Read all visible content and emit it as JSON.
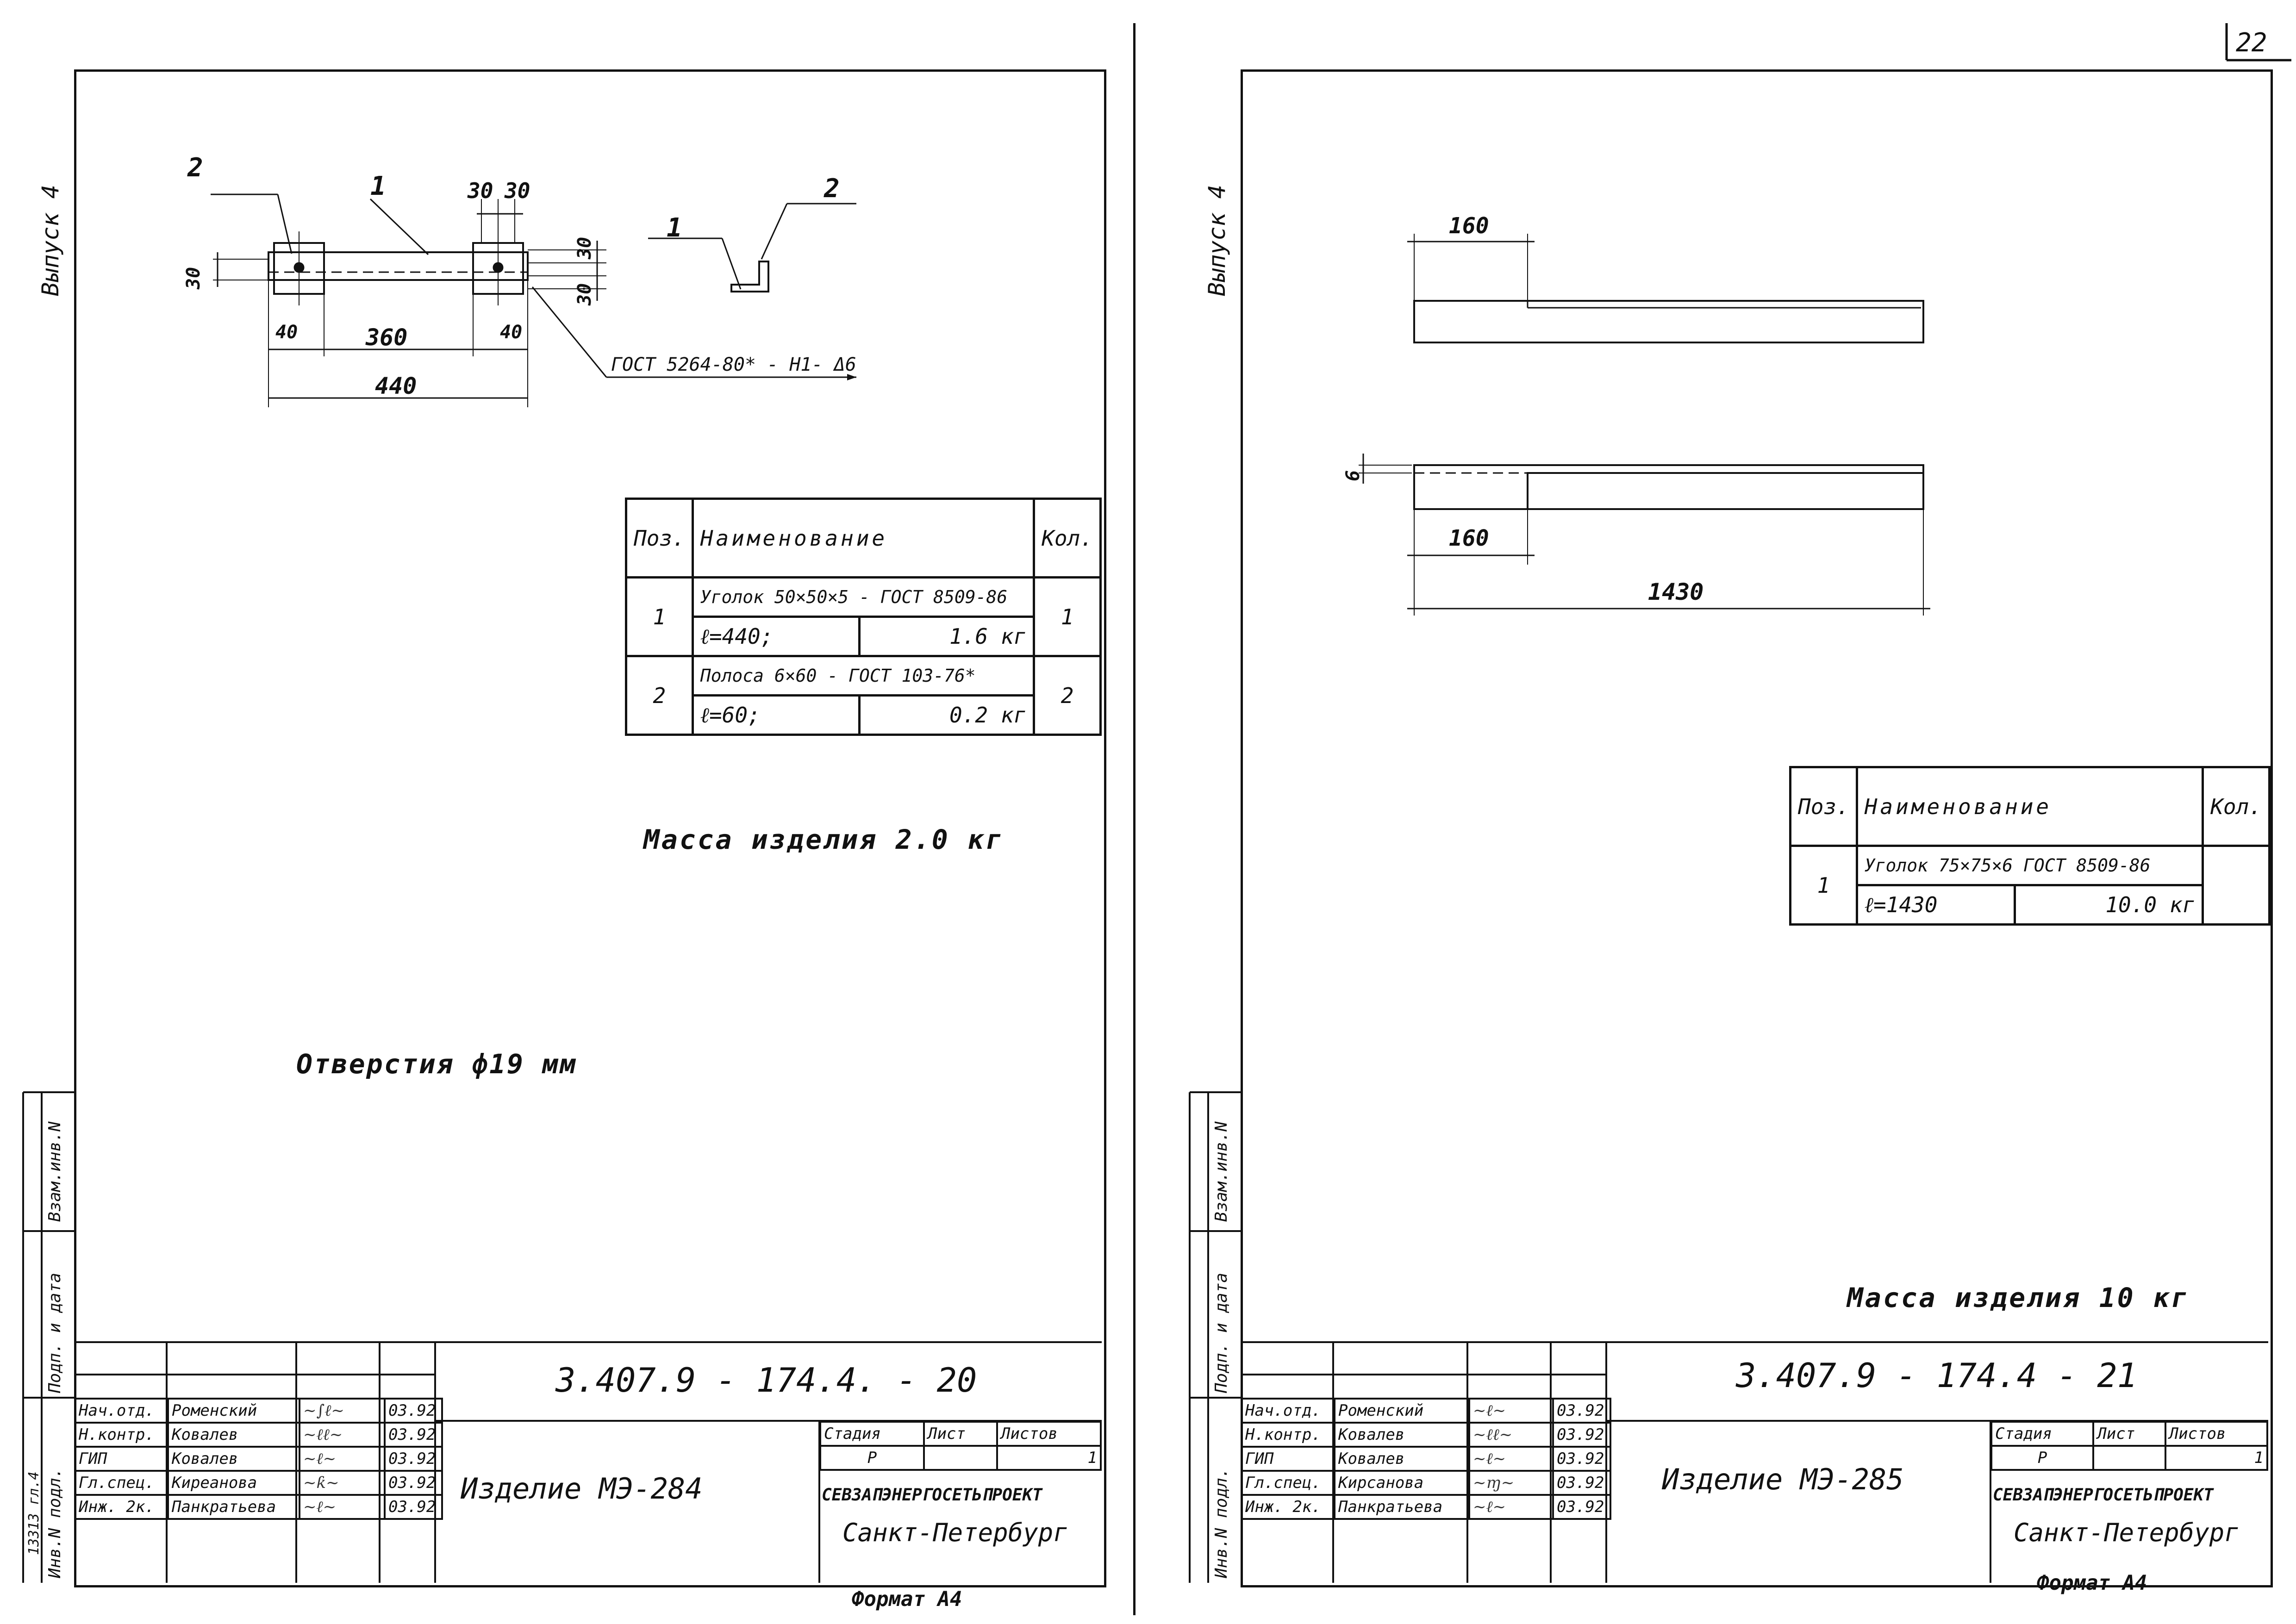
{
  "page_number": "22",
  "left": {
    "series_label": "Выпуск 4",
    "pos_label_1": "1",
    "pos_label_2": "2",
    "pos_label_1b": "1",
    "pos_label_2b": "2",
    "dim_30a": "30",
    "dim_30b": "30",
    "dim_30_v1": "30",
    "dim_30_v2": "30",
    "dim_30_left": "30",
    "dim_40a": "40",
    "dim_360": "360",
    "dim_40b": "40",
    "dim_440": "440",
    "gost_note": "ГОСТ 5264-80* - Н1- Δ6",
    "spec": {
      "h_pos": "Поз.",
      "h_name": "Наименование",
      "h_qty": "Кол.",
      "rows": [
        {
          "pos": "1",
          "name": "Уголок 50×50×5 - ГОСТ 8509-86",
          "len": "ℓ=440;",
          "mass": "1.6 кг",
          "qty": "1"
        },
        {
          "pos": "2",
          "name": "Полоса 6×60 - ГОСТ 103-76*",
          "len": "ℓ=60;",
          "mass": "0.2 кг",
          "qty": "2"
        }
      ]
    },
    "mass_note": "Масса изделия 2.0 кг",
    "holes_note": "Отверстия ф19 мм",
    "side_stamp": [
      "Инв.N подл.",
      "Подп. и дата",
      "Взам.инв.N"
    ],
    "side_inv": "13313 гл.4",
    "title_block": {
      "doc_code": "3.407.9 - 174.4. - 20",
      "item_name": "Изделие МЭ-284",
      "stage_h": "Стадия",
      "sheet_h": "Лист",
      "sheets_h": "Листов",
      "stage": "Р",
      "sheet": "",
      "sheets": "1",
      "org": "СЕВЗАПЭНЕРГОСЕТЬПРОЕКТ",
      "city": "Санкт-Петербург",
      "people": [
        {
          "role": "Нач.отд.",
          "name": "Роменский",
          "date": "03.92"
        },
        {
          "role": "Н.контр.",
          "name": "Ковалев",
          "date": "03.92"
        },
        {
          "role": "ГИП",
          "name": "Ковалев",
          "date": "03.92"
        },
        {
          "role": "Гл.спец.",
          "name": "Киреанова",
          "date": "03.92"
        },
        {
          "role": "Инж. 2к.",
          "name": "Панкратьева",
          "date": "03.92"
        }
      ]
    },
    "format": "Формат А4"
  },
  "right": {
    "series_label": "Выпуск 4",
    "dim_160_top": "160",
    "dim_6": "6",
    "dim_160_bot": "160",
    "dim_1430": "1430",
    "spec": {
      "h_pos": "Поз.",
      "h_name": "Наименование",
      "h_qty": "Кол.",
      "rows": [
        {
          "pos": "1",
          "name": "Уголок 75×75×6 ГОСТ 8509-86",
          "len": "ℓ=1430",
          "mass": "10.0 кг",
          "qty": ""
        }
      ]
    },
    "mass_note": "Масса изделия 10 кг",
    "side_stamp": [
      "Инв.N подл.",
      "Подп. и дата",
      "Взам.инв.N"
    ],
    "title_block": {
      "doc_code": "3.407.9 - 174.4 - 21",
      "item_name": "Изделие МЭ-285",
      "stage_h": "Стадия",
      "sheet_h": "Лист",
      "sheets_h": "Листов",
      "stage": "Р",
      "sheet": "",
      "sheets": "1",
      "org": "СЕВЗАПЭНЕРГОСЕТЬПРОЕКТ",
      "city": "Санкт-Петербург",
      "people": [
        {
          "role": "Нач.отд.",
          "name": "Роменский",
          "date": "03.92"
        },
        {
          "role": "Н.контр.",
          "name": "Ковалев",
          "date": "03.92"
        },
        {
          "role": "ГИП",
          "name": "Ковалев",
          "date": "03.92"
        },
        {
          "role": "Гл.спец.",
          "name": "Кирсанова",
          "date": "03.92"
        },
        {
          "role": "Инж. 2к.",
          "name": "Панкратьева",
          "date": "03.92"
        }
      ]
    },
    "format": "Формат А4"
  }
}
